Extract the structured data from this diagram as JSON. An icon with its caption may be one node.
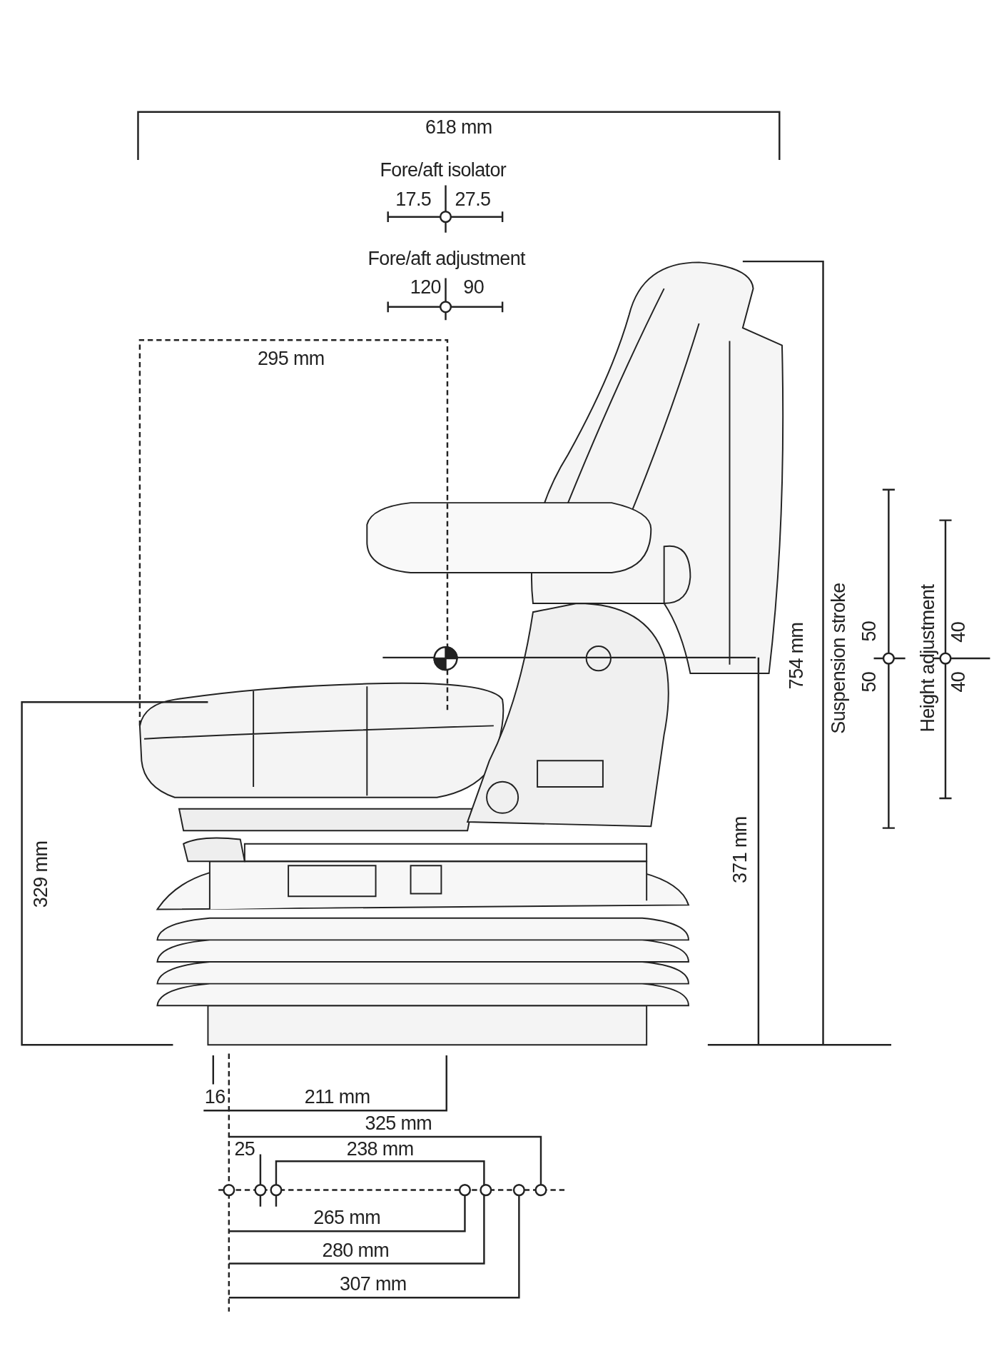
{
  "diagram": {
    "labels": [
      "618 mm",
      "Fore/aft isolator",
      "17.5",
      "27.5",
      "Fore/aft adjustment",
      "120",
      "90",
      "295 mm",
      "754 mm",
      "Suspension stroke",
      "50",
      "50",
      "Height adjustment",
      "40",
      "40",
      "329 mm",
      "371 mm",
      "16",
      "211 mm",
      "325 mm",
      "25",
      "238 mm",
      "265 mm",
      "280 mm",
      "307 mm"
    ]
  }
}
